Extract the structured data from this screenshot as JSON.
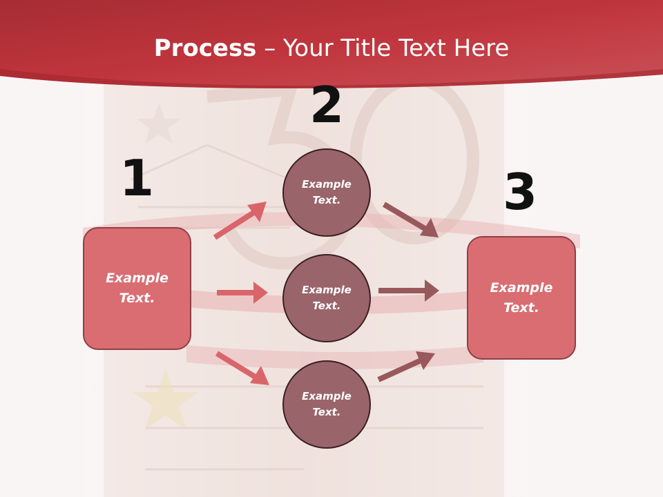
{
  "title": {
    "bold": "Process",
    "rest": " – Your Title Text Here"
  },
  "colors": {
    "header": "#b9343c",
    "box_fill": "#d96d72",
    "circle_fill": "#99646a",
    "arrow_left": "#d9656b",
    "arrow_right": "#98585c"
  },
  "steps": [
    {
      "number": "1",
      "text_line1": "Example",
      "text_line2": "Text."
    },
    {
      "number": "2"
    },
    {
      "number": "3",
      "text_line1": "Example",
      "text_line2": "Text."
    }
  ],
  "circles": [
    {
      "text_line1": "Example",
      "text_line2": "Text."
    },
    {
      "text_line1": "Example",
      "text_line2": "Text."
    },
    {
      "text_line1": "Example",
      "text_line2": "Text."
    }
  ]
}
